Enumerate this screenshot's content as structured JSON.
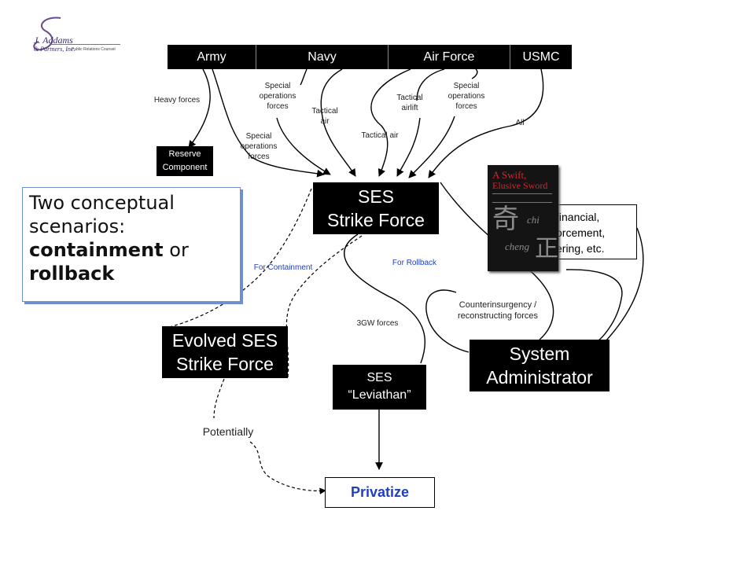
{
  "logo": {
    "name_line1": "J. Addams",
    "name_line2": "& Partners, Inc.",
    "tagline": "Public Relations Counsel"
  },
  "services": [
    "Army",
    "Navy",
    "Air Force",
    "USMC"
  ],
  "flow_labels": {
    "heavy_forces": "Heavy forces",
    "special_ops_army": "Special operations forces",
    "special_ops_navy": "Special operations forces",
    "tactical_air_navy": "Tactical air",
    "tactical_air_af": "Tactical air",
    "tactical_airlift": "Tactical airlift",
    "special_ops_af": "Special operations forces",
    "all": "All"
  },
  "boxes": {
    "reserve_line1": "Reserve",
    "reserve_line2": "Component",
    "strike_line1": "SES",
    "strike_line2": "Strike Force",
    "evolved_line1": "Evolved SES",
    "evolved_line2": "Strike Force",
    "leviathan_line1": "SES",
    "leviathan_line2": "“Leviathan”",
    "sysadmin_line1": "System",
    "sysadmin_line2": "Administrator",
    "privatize": "Privatize"
  },
  "scenario": {
    "line1": "Two conceptual",
    "line2": "scenarios:",
    "bold1": "containment",
    "middle": " or",
    "bold2": "rollback"
  },
  "partial_box": {
    "line1": "financial,",
    "line2": "orcement,",
    "line3": "ering, etc."
  },
  "book": {
    "title_line1": "A Swift,",
    "title_line2": "Elusive Sword",
    "word1": "chi",
    "word2": "cheng"
  },
  "edge_labels": {
    "for_containment": "For Containment",
    "for_rollback": "For Rollback",
    "gw_forces": "3GW forces",
    "counterinsurgency": "Counterinsurgency / reconstructing forces",
    "potentially": "Potentially"
  },
  "colors": {
    "box": "#000000",
    "accent_blue": "#1f3fbf",
    "book_red": "#c0161b"
  }
}
